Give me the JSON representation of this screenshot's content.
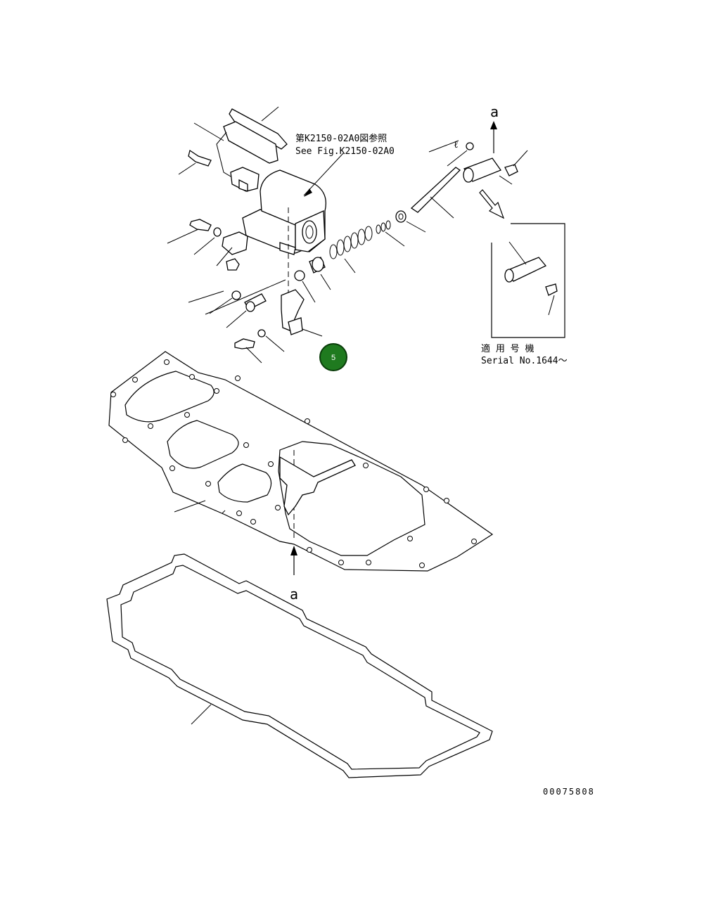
{
  "reference_note": {
    "line1": "第K2150-02A0図参照",
    "line2": "See Fig.K2150-02A0"
  },
  "view_marker": {
    "top_label": "a",
    "bottom_label": "a"
  },
  "inset": {
    "line1": "適 用 号 機",
    "line2": "Serial No.1644～"
  },
  "callout": {
    "label": "5",
    "color": "#1f7a1f"
  },
  "drawing_number": "00075808"
}
